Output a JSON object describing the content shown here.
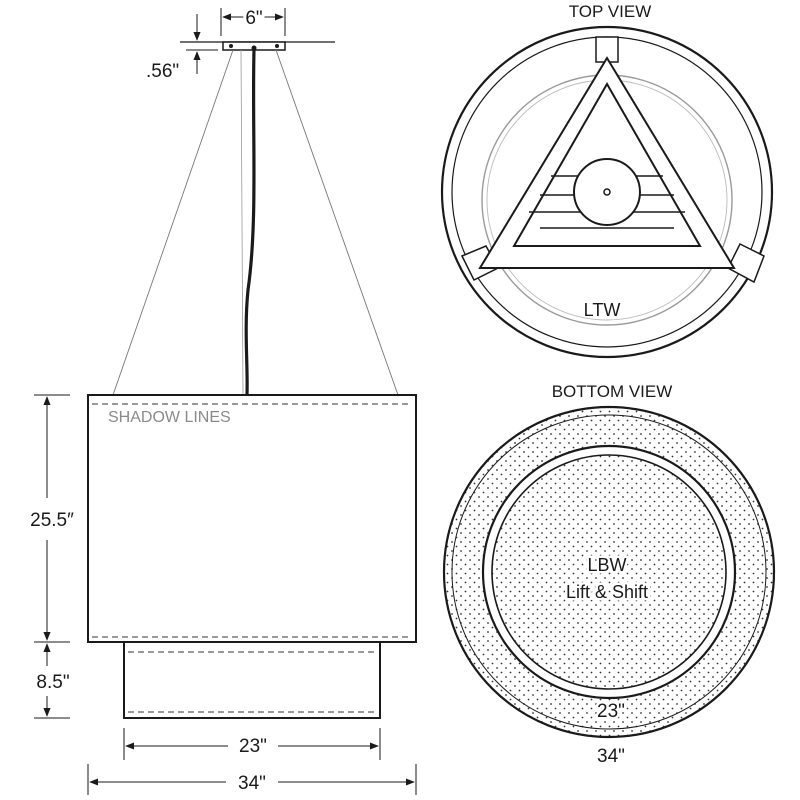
{
  "side_view": {
    "canopy_width": "6\"",
    "canopy_height": ".56\"",
    "shadow_lines": "SHADOW LINES",
    "upper_height": "25.5″",
    "lower_height": "8.5\"",
    "lower_width": "23\"",
    "overall_width": "34\""
  },
  "top_view": {
    "title": "TOP VIEW",
    "label": "LTW"
  },
  "bottom_view": {
    "title": "BOTTOM VIEW",
    "label_line1": "LBW",
    "label_line2": "Lift & Shift",
    "inner_diameter": "23\"",
    "outer_diameter": "34\""
  },
  "colors": {
    "line": "#1a1a1a",
    "dashed": "#9a9a9a",
    "note": "#8a8a8a"
  }
}
